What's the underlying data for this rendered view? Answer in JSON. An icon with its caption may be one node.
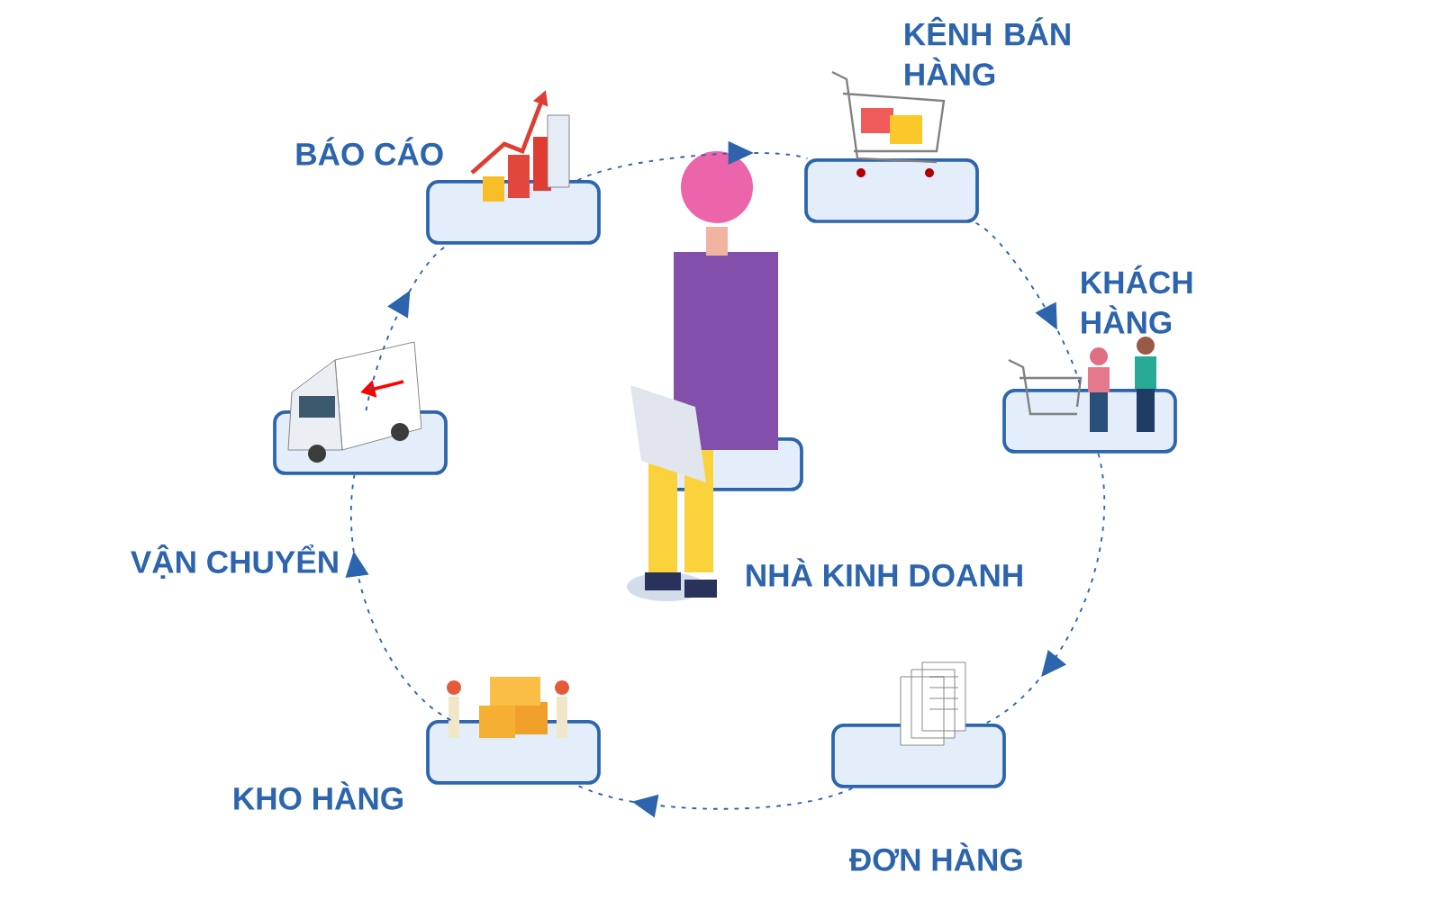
{
  "diagram": {
    "nodes": [
      {
        "text": [
          "BÁO CÁO"
        ]
      },
      {
        "text": [
          "KÊNH BÁN HÀNG"
        ]
      },
      {
        "text": [
          "KHÁCH HÀNG"
        ]
      },
      {
        "text": [
          "NHÀ KINH DOANH"
        ]
      },
      {
        "text": [
          "VẬN CHUYỂN"
        ]
      },
      {
        "text": [
          "KHO HÀNG"
        ]
      },
      {
        "text": [
          "ĐƠN HÀNG"
        ]
      }
    ],
    "edges": [
      {
        "from": 0,
        "to": 1,
        "arrow": "to",
        "style": "dashed"
      },
      {
        "from": 1,
        "to": 2,
        "arrow": "to",
        "style": "dashed"
      },
      {
        "from": 2,
        "to": 6,
        "arrow": "to",
        "style": "dashed"
      },
      {
        "from": 6,
        "to": 5,
        "arrow": "to",
        "style": "dashed"
      },
      {
        "from": 5,
        "to": 4,
        "arrow": "to",
        "style": "dashed"
      },
      {
        "from": 4,
        "to": 0,
        "arrow": "to",
        "style": "dashed"
      }
    ]
  }
}
